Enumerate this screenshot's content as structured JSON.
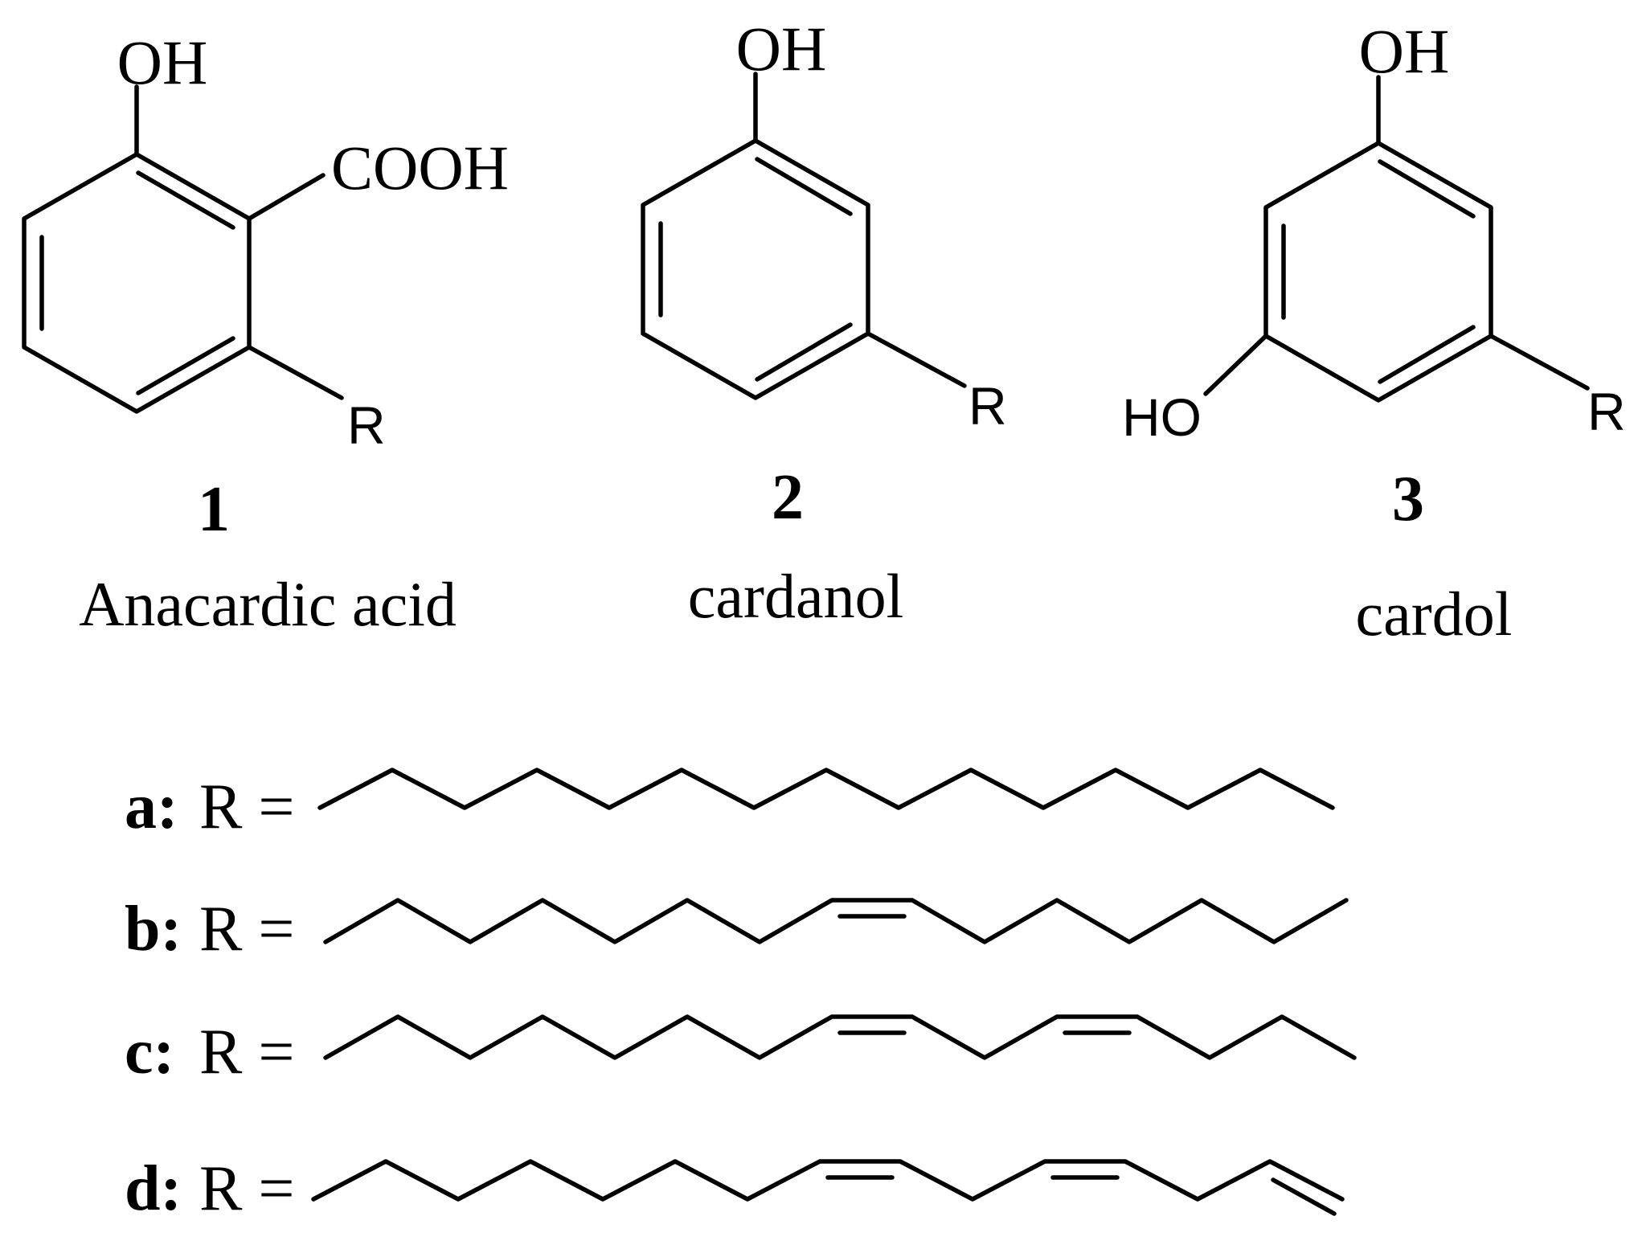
{
  "compounds": [
    {
      "number": "1",
      "name": "Anacardic acid",
      "substituents": {
        "top": "OH",
        "acid": "COOH",
        "chain": "R"
      }
    },
    {
      "number": "2",
      "name": "cardanol",
      "substituents": {
        "top": "OH",
        "chain": "R"
      }
    },
    {
      "number": "3",
      "name": "cardol",
      "substituents": {
        "top": "OH",
        "left": "HO",
        "chain": "R"
      }
    }
  ],
  "side_chains": [
    {
      "key": "a:",
      "label": "R ="
    },
    {
      "key": "b:",
      "label": "R ="
    },
    {
      "key": "c:",
      "label": "R ="
    },
    {
      "key": "d:",
      "label": "R ="
    }
  ]
}
